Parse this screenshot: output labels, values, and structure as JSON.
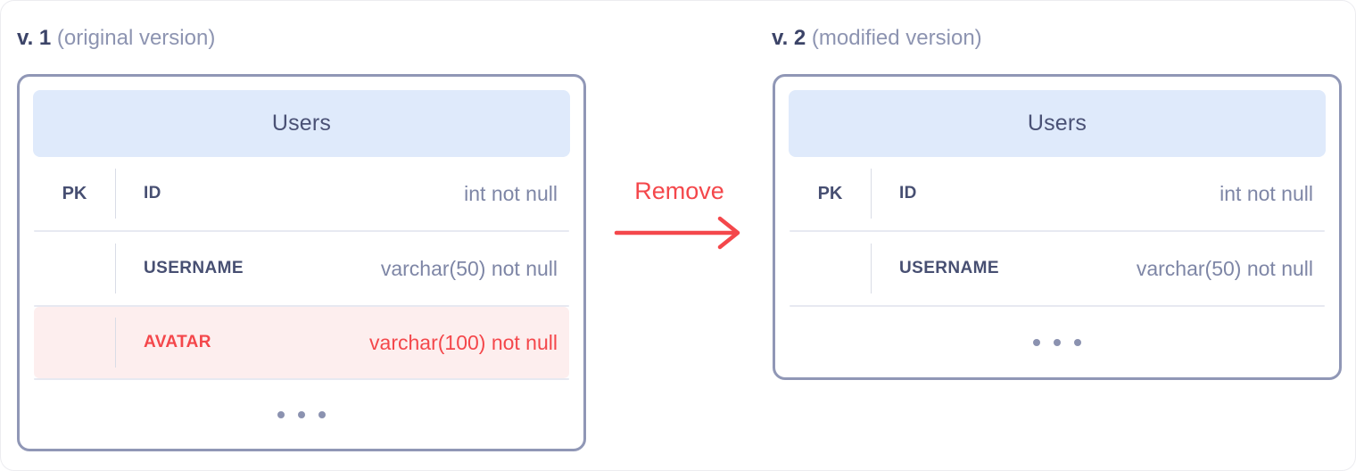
{
  "colors": {
    "accent_red": "#f4474b",
    "removed_row_bg": "#fdeeee",
    "table_header_bg": "#dfeafb",
    "card_border": "#9097b6",
    "text_dark": "#474f72",
    "text_muted": "#7e86a6",
    "title_muted": "#8d94b1",
    "ellipsis_dots": "#8b92b0"
  },
  "left_panel": {
    "title": {
      "version": "v. 1",
      "suffix": "(original version)"
    },
    "table": {
      "title": "Users",
      "rows": [
        {
          "key": "PK",
          "name": "ID",
          "type": "int not null"
        },
        {
          "key": "",
          "name": "USERNAME",
          "type": "varchar(50) not null"
        },
        {
          "key": "",
          "name": "AVATAR",
          "type": "varchar(100) not null",
          "state": "removed"
        }
      ],
      "more_indicator_icon": "ellipsis-three-dots"
    }
  },
  "transition": {
    "label": "Remove",
    "icon": "arrow-right"
  },
  "right_panel": {
    "title": {
      "version": "v. 2",
      "suffix": "(modified version)"
    },
    "table": {
      "title": "Users",
      "rows": [
        {
          "key": "PK",
          "name": "ID",
          "type": "int not null"
        },
        {
          "key": "",
          "name": "USERNAME",
          "type": "varchar(50) not null"
        }
      ],
      "more_indicator_icon": "ellipsis-three-dots"
    }
  }
}
